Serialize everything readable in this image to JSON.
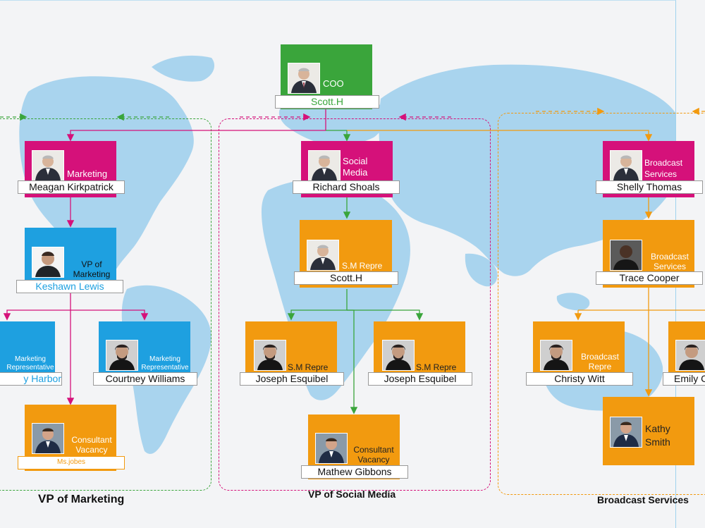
{
  "colors": {
    "green": "#3aa53b",
    "magenta": "#d5117a",
    "blue": "#1ea0e0",
    "orange": "#f29a0f",
    "map": "#a9d4ee",
    "bg": "#f3f4f6"
  },
  "groups": {
    "marketing": "VP",
    "marketing_rest": " of Marketing",
    "social": "VP of Social Media",
    "broadcast": "Broadcast Services"
  },
  "nodes": {
    "coo": {
      "role": "COO",
      "name": "Scott.H"
    },
    "marketing": {
      "role": "Marketing",
      "name": "Meagan Kirkpatrick"
    },
    "social": {
      "role": "Social Media",
      "name": "Richard Shoals"
    },
    "broadcast": {
      "role": "Broadcast Services",
      "name": "Shelly Thomas"
    },
    "vp_marketing": {
      "role": "VP of Marketing",
      "name": "Keshawn Lewis"
    },
    "mr1": {
      "role": "Marketing Representative",
      "name": "y Harbor"
    },
    "mr2": {
      "role": "Marketing Representative",
      "name": "Courtney Williams"
    },
    "consultant1": {
      "role": "Consultant Vacancy",
      "name": "Ms.jobes"
    },
    "smrep": {
      "role": "S.M Repre",
      "name": "Scott.H"
    },
    "sm1": {
      "role": "S.M Repre",
      "name": "Joseph Esquibel"
    },
    "sm2": {
      "role": "S.M Repre",
      "name": "Joseph Esquibel"
    },
    "consultant2": {
      "role": "Consultant Vacancy",
      "name": "Mathew Gibbons"
    },
    "bs_trace": {
      "role": "Broadcast Services",
      "name": "Trace Cooper"
    },
    "bs_christy": {
      "role": "Broadcast Repre",
      "name": "Christy Witt"
    },
    "bs_emily": {
      "role": "",
      "name": "Emily C"
    },
    "kathy": {
      "role": "Kathy Smith",
      "name": ""
    }
  },
  "photos": {
    "older-man": "executive-photo",
    "young-man": "young-man-photo",
    "bearded-man": "bearded-man-photo",
    "suit-man": "suit-man-photo",
    "dark-man": "dark-man-photo"
  }
}
